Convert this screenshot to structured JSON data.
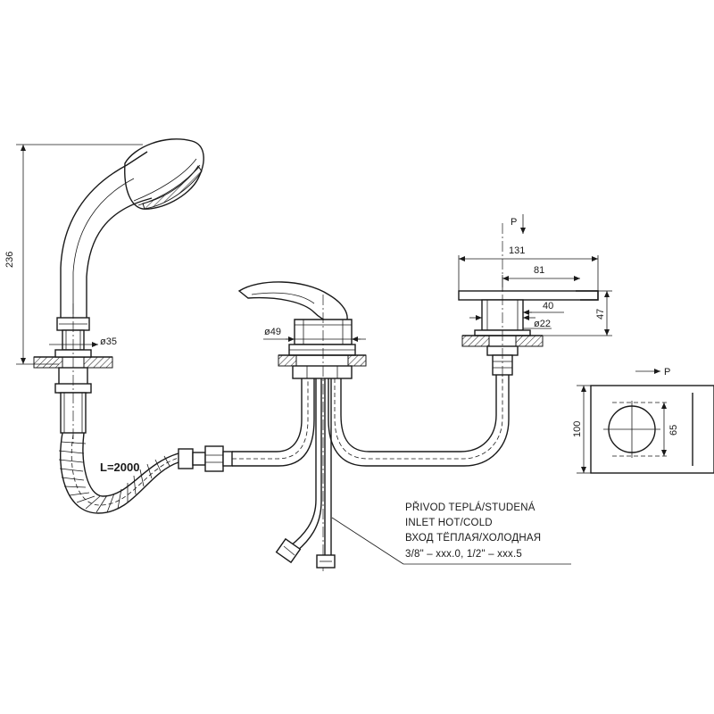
{
  "dimensions": {
    "handshower_height": "236",
    "handshower_diameter": "ø35",
    "hose_length": "L=2000",
    "mixer_diameter": "ø49",
    "lever_total_length": "131",
    "lever_length": "81",
    "lever_reach": "40",
    "lever_height": "47",
    "lever_base_diameter": "ø22",
    "plate_height": "100",
    "plate_inner": "65"
  },
  "view_arrows": {
    "top_arrow_label": "P",
    "side_arrow_label": "P"
  },
  "inlet_note": {
    "line1": "PŘIVOD TEPLÁ/STUDENÁ",
    "line2": "INLET HOT/COLD",
    "line3": "ВХОД ТЁПЛАЯ/ХОЛОДНАЯ",
    "line4": "3/8\" – xxx.0, 1/2\" – xxx.5"
  }
}
